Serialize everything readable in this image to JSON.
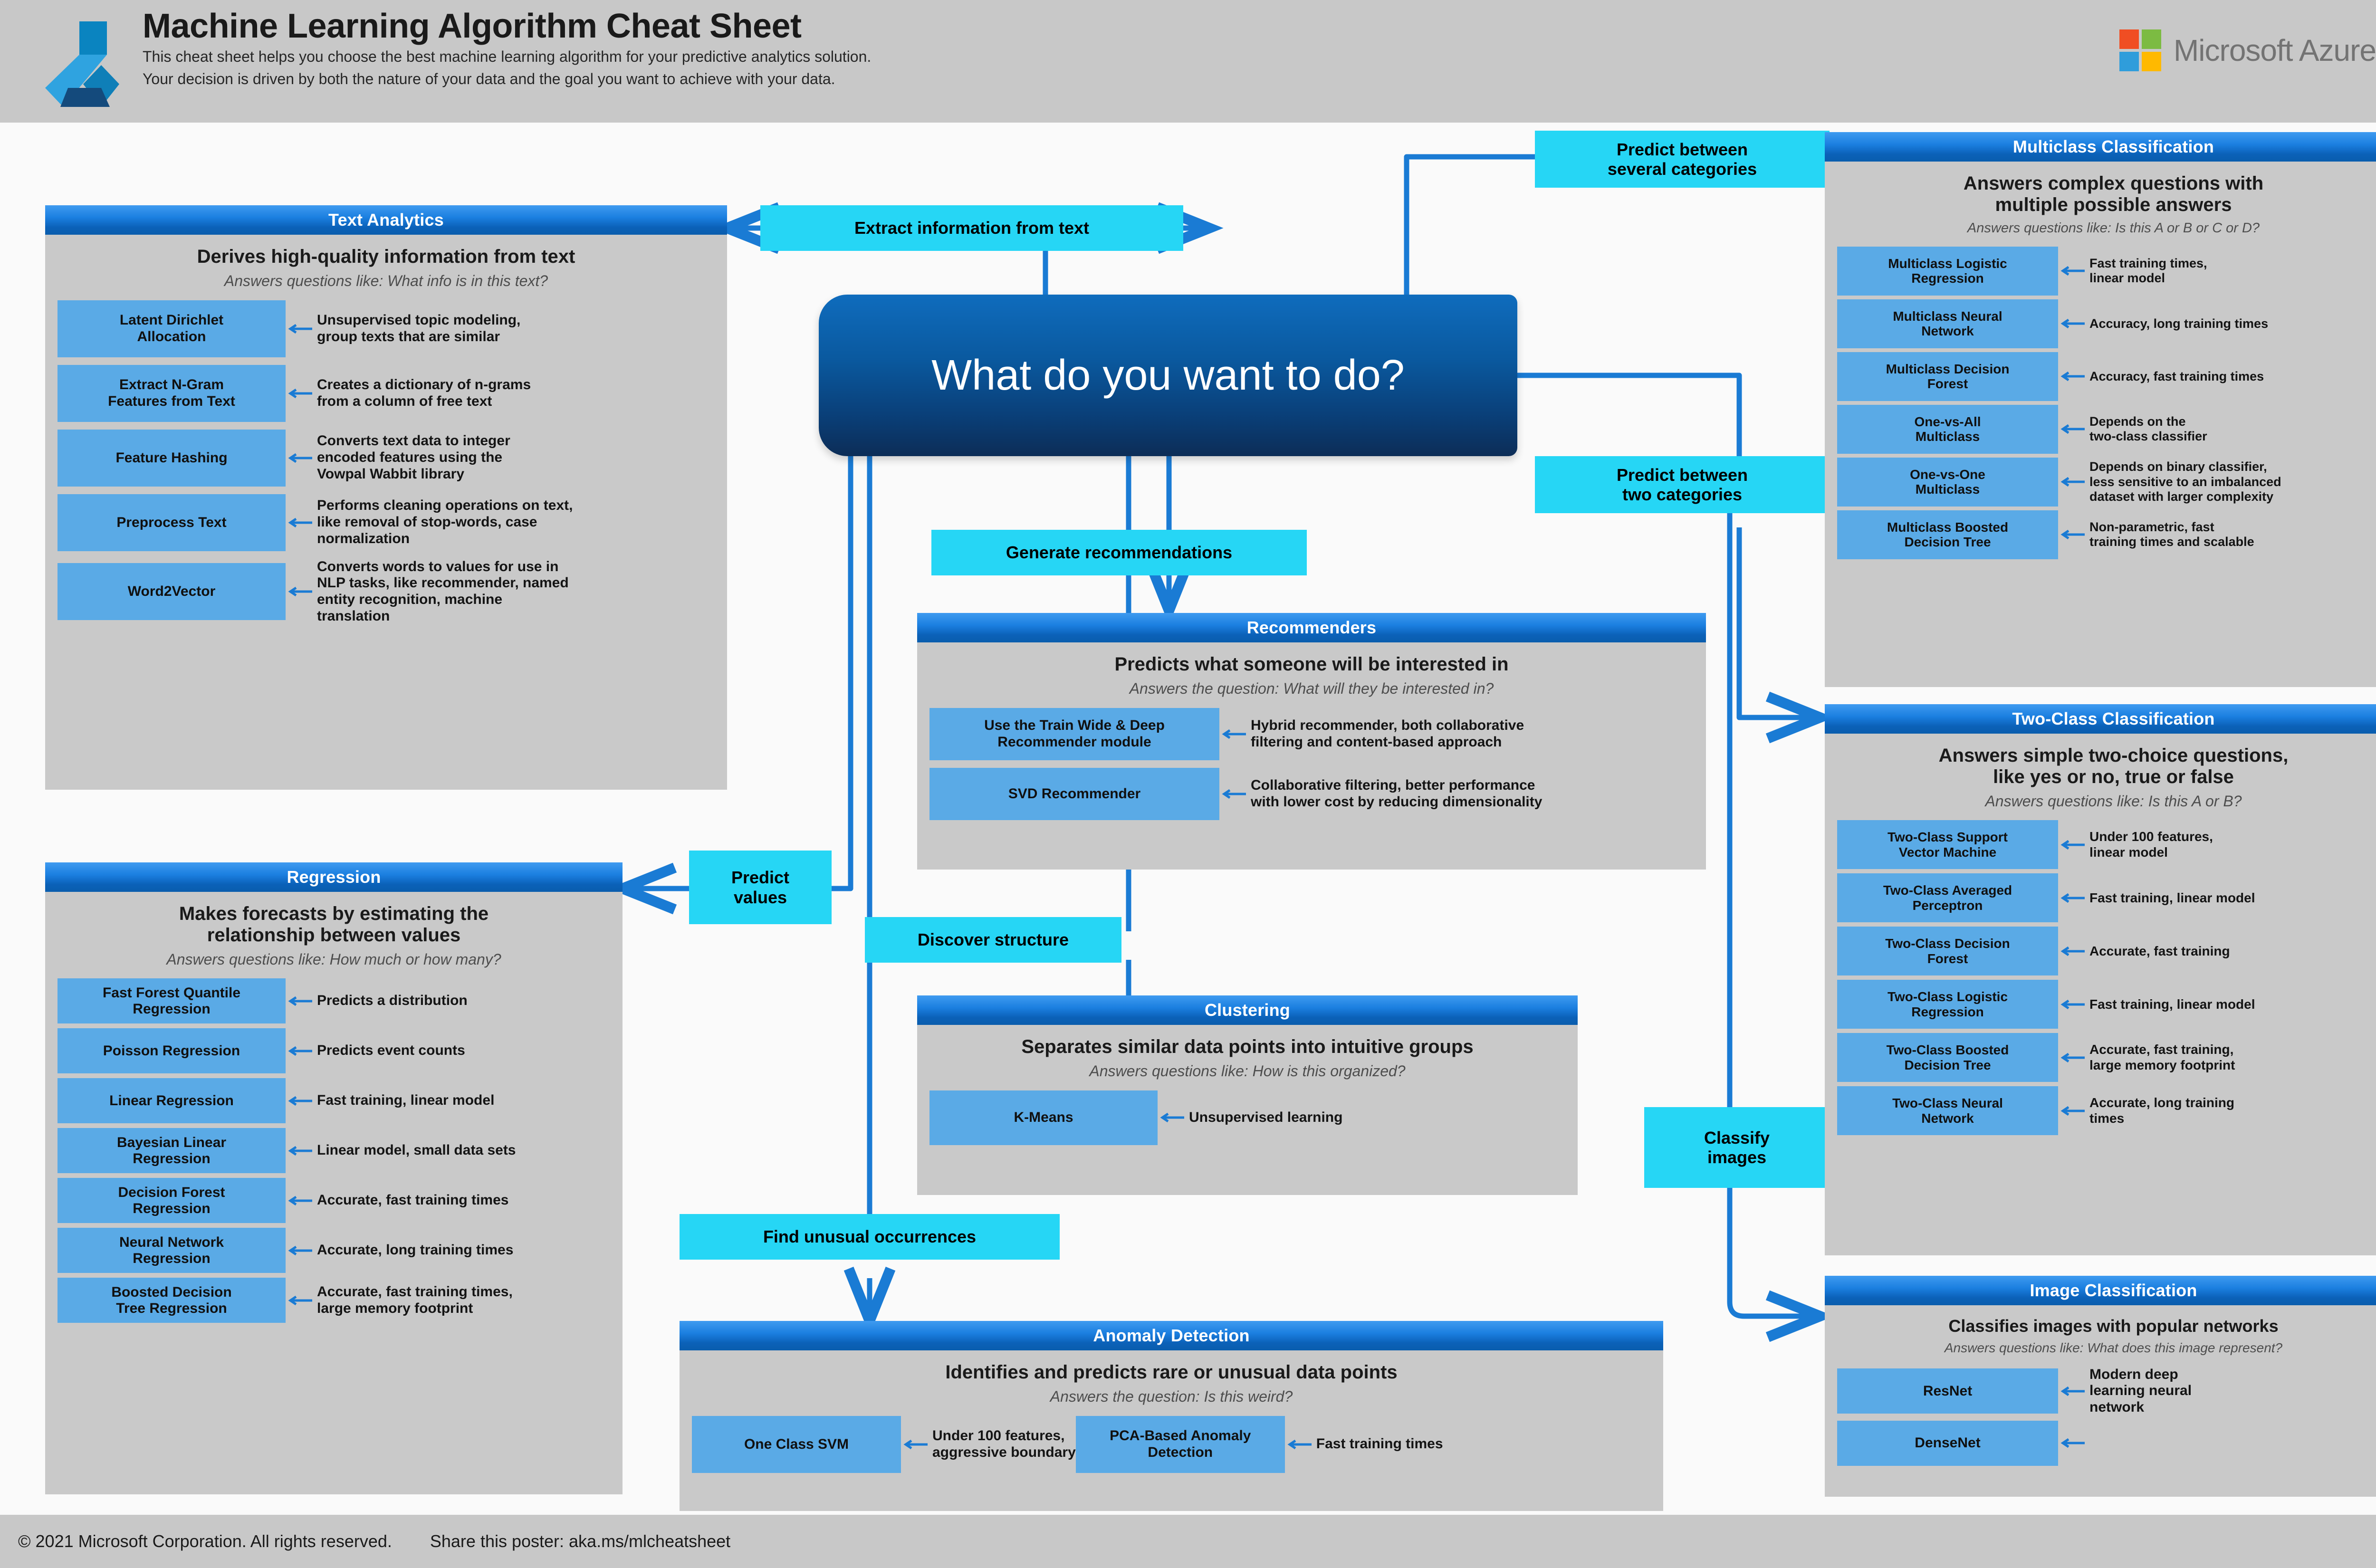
{
  "header": {
    "title": "Machine Learning Algorithm Cheat Sheet",
    "subtitle_line1": "This cheat sheet helps you choose the best machine learning algorithm for your predictive analytics solution.",
    "subtitle_line2": "Your decision is driven by both the nature of your data and the goal you want to achieve with your data.",
    "brand": "Microsoft Azure",
    "brand_colors": [
      "#f04e23",
      "#7cbb42",
      "#2f9ddb",
      "#ffb900"
    ],
    "header_bg": "#c8c8c8"
  },
  "hub": {
    "question": "What do you want to do?"
  },
  "colors": {
    "panel_header_blue": "#0b61b8",
    "algo_box_blue": "#5aaae6",
    "cyan_label": "#26d6f5",
    "panel_body_gray": "#c9c9c9",
    "wire_blue": "#1a7bd4"
  },
  "decision_labels": {
    "extract_text": "Extract information from text",
    "predict_several": "Predict between\nseveral categories",
    "predict_two": "Predict between\ntwo categories",
    "generate_recommendations": "Generate recommendations",
    "predict_values": "Predict\nvalues",
    "discover_structure": "Discover structure",
    "find_unusual": "Find unusual occurrences",
    "classify_images": "Classify\nimages"
  },
  "panels": {
    "text_analytics": {
      "title": "Text Analytics",
      "tagline": "Derives high-quality information from text",
      "question": "Answers questions like: What info is in this text?",
      "algorithms": [
        {
          "name": "Latent Dirichlet\nAllocation",
          "desc": "Unsupervised topic modeling,\ngroup texts that are similar"
        },
        {
          "name": "Extract N-Gram\nFeatures from Text",
          "desc": "Creates a dictionary of n-grams\nfrom a column of free text"
        },
        {
          "name": "Feature Hashing",
          "desc": "Converts text data to integer\nencoded features using the\nVowpal Wabbit library"
        },
        {
          "name": "Preprocess Text",
          "desc": "Performs cleaning operations on text,\nlike removal of stop-words, case\nnormalization"
        },
        {
          "name": "Word2Vector",
          "desc": "Converts words to values for use in\nNLP tasks, like recommender, named\nentity recognition, machine\ntranslation"
        }
      ]
    },
    "regression": {
      "title": "Regression",
      "tagline": "Makes forecasts by estimating the\nrelationship between values",
      "question": "Answers questions like: How much or how many?",
      "algorithms": [
        {
          "name": "Fast Forest Quantile\nRegression",
          "desc": "Predicts a distribution"
        },
        {
          "name": "Poisson Regression",
          "desc": "Predicts event counts"
        },
        {
          "name": "Linear Regression",
          "desc": "Fast training, linear model"
        },
        {
          "name": "Bayesian Linear\nRegression",
          "desc": "Linear model, small data sets"
        },
        {
          "name": "Decision Forest\nRegression",
          "desc": "Accurate, fast training times"
        },
        {
          "name": "Neural Network\nRegression",
          "desc": "Accurate, long training times"
        },
        {
          "name": "Boosted Decision\nTree Regression",
          "desc": "Accurate, fast training times,\nlarge memory footprint"
        }
      ]
    },
    "recommenders": {
      "title": "Recommenders",
      "tagline": "Predicts what someone will be interested in",
      "question": "Answers the question: What will they be interested in?",
      "algorithms": [
        {
          "name": "Use the Train Wide & Deep\nRecommender module",
          "desc": "Hybrid recommender, both collaborative\nfiltering and content-based approach"
        },
        {
          "name": "SVD Recommender",
          "desc": "Collaborative filtering, better performance\nwith lower cost by reducing dimensionality"
        }
      ]
    },
    "clustering": {
      "title": "Clustering",
      "tagline": "Separates similar data points into intuitive groups",
      "question": "Answers questions like: How is this organized?",
      "algorithms": [
        {
          "name": "K-Means",
          "desc": "Unsupervised learning"
        }
      ]
    },
    "anomaly_detection": {
      "title": "Anomaly Detection",
      "tagline": "Identifies and predicts rare or unusual data points",
      "question": "Answers the question: Is this weird?",
      "algorithms": [
        {
          "name": "One Class SVM",
          "desc": "Under 100 features,\naggressive boundary"
        },
        {
          "name": "PCA-Based Anomaly\nDetection",
          "desc": "Fast training times"
        }
      ]
    },
    "multiclass_classification": {
      "title": "Multiclass Classification",
      "tagline": "Answers complex questions with\nmultiple possible answers",
      "question": "Answers questions like: Is this A or B or C or D?",
      "algorithms": [
        {
          "name": "Multiclass Logistic\nRegression",
          "desc": "Fast training times,\nlinear model"
        },
        {
          "name": "Multiclass Neural\nNetwork",
          "desc": "Accuracy, long training times"
        },
        {
          "name": "Multiclass Decision\nForest",
          "desc": "Accuracy, fast training times"
        },
        {
          "name": "One-vs-All\nMulticlass",
          "desc": "Depends on the\ntwo-class classifier"
        },
        {
          "name": "One-vs-One\nMulticlass",
          "desc": "Depends on binary classifier,\nless sensitive to an imbalanced\ndataset with larger complexity"
        },
        {
          "name": "Multiclass Boosted\nDecision Tree",
          "desc": "Non-parametric, fast\ntraining times and scalable"
        }
      ]
    },
    "two_class_classification": {
      "title": "Two-Class Classification",
      "tagline": "Answers simple two-choice questions,\nlike yes or no, true or false",
      "question": "Answers questions like: Is this A or B?",
      "algorithms": [
        {
          "name": "Two-Class Support\nVector Machine",
          "desc": "Under 100 features,\nlinear model"
        },
        {
          "name": "Two-Class Averaged\nPerceptron",
          "desc": "Fast training, linear model"
        },
        {
          "name": "Two-Class Decision\nForest",
          "desc": "Accurate, fast training"
        },
        {
          "name": "Two-Class Logistic\nRegression",
          "desc": "Fast training, linear model"
        },
        {
          "name": "Two-Class Boosted\nDecision Tree",
          "desc": "Accurate, fast training,\nlarge memory footprint"
        },
        {
          "name": "Two-Class Neural\nNetwork",
          "desc": "Accurate, long training\ntimes"
        }
      ]
    },
    "image_classification": {
      "title": "Image Classification",
      "tagline": "Classifies images with popular networks",
      "question": "Answers questions like: What does this image represent?",
      "algorithms": [
        {
          "name": "ResNet",
          "desc": "Modern deep\nlearning neural\nnetwork"
        },
        {
          "name": "DenseNet",
          "desc": ""
        }
      ]
    }
  },
  "footer": {
    "copyright": "© 2021 Microsoft Corporation. All rights reserved.",
    "share": "Share this poster: aka.ms/mlcheatsheet"
  }
}
